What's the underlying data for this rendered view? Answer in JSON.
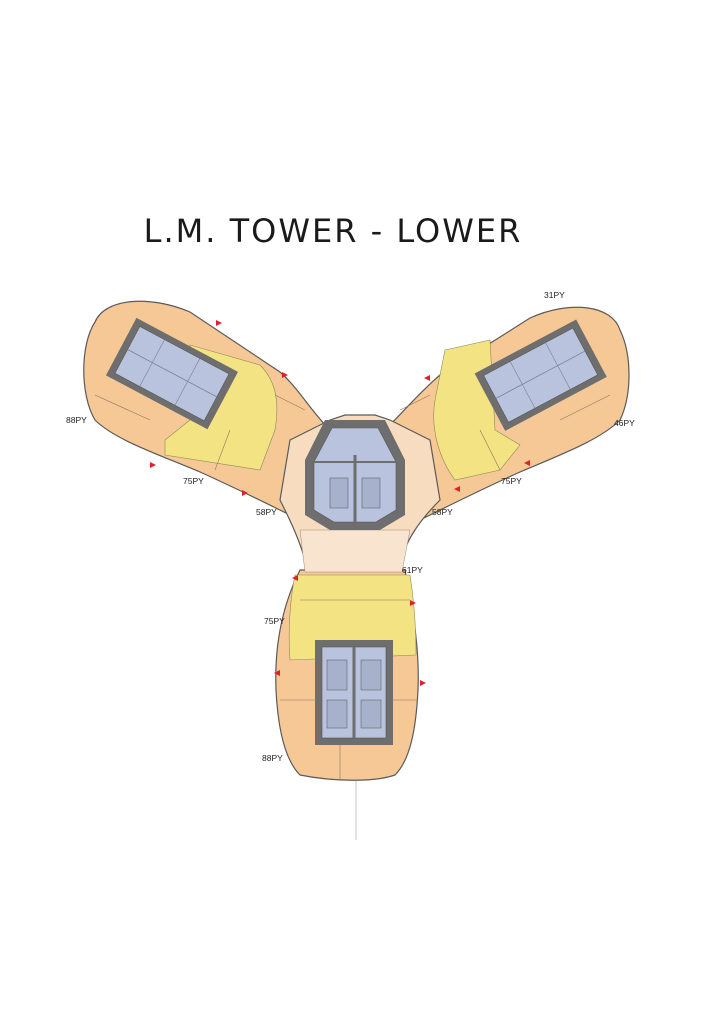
{
  "title": "L.M. TOWER - LOWER",
  "unit_labels": {
    "left_wing_tip": "88PY",
    "left_wing_mid": "75PY",
    "left_wing_inner": "58PY",
    "right_wing_top": "31PY",
    "right_wing_tip": "46PY",
    "right_wing_mid": "75PY",
    "right_wing_inner": "58PY",
    "hub_right": "61PY",
    "bottom_wing_mid": "75PY",
    "bottom_wing_tip": "88PY"
  },
  "colors": {
    "unit_orange": "#f5c896",
    "unit_yellow": "#f3e383",
    "corridor_peach": "#f8dcc0",
    "core_blue": "#b9c3dd",
    "core_wall": "#707070",
    "marker_red": "#e0202a"
  }
}
